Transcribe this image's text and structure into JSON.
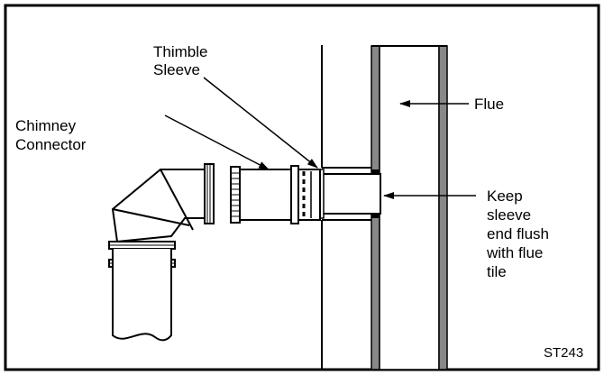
{
  "figure": {
    "code": "ST243",
    "labels": {
      "thimble_line1": "Thimble",
      "thimble_line2": "Sleeve",
      "chimney_line1": "Chimney",
      "chimney_line2": "Connector",
      "flue": "Flue",
      "keep_line1": "Keep",
      "keep_line2": "sleeve",
      "keep_line3": "end flush",
      "keep_line4": "with flue",
      "keep_line5": "tile"
    }
  }
}
